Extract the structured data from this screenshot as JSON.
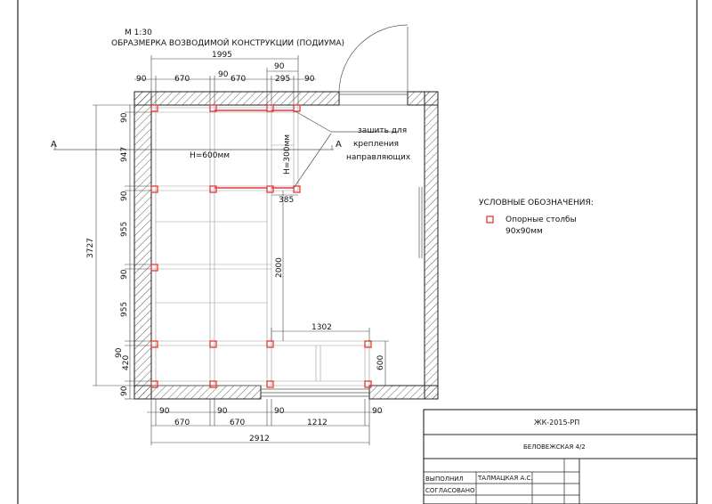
{
  "header": {
    "scale": "М 1:30",
    "title": "ОБРАЗМЕРКА ВОЗВОДИМОЙ КОНСТРУКЦИИ (ПОДИУМА)"
  },
  "dimensions": {
    "top_total": "1995",
    "top_row": [
      "90",
      "670",
      "90",
      "670",
      "295",
      "90"
    ],
    "top_row_upper": "90",
    "left_total": "3727",
    "left_col": [
      "90",
      "947",
      "90",
      "955",
      "90",
      "955",
      "90",
      "420",
      "90"
    ],
    "bottom_row": [
      "90",
      "90",
      "90",
      "90"
    ],
    "bottom_row_lower": [
      "670",
      "670",
      "1212"
    ],
    "bottom_total": "2912",
    "inner_385": "385",
    "inner_2000": "2000",
    "inner_1302": "1302",
    "inner_600": "600"
  },
  "labels": {
    "h600": "H=600мм",
    "h300": "H=300мм",
    "section_left": "A",
    "section_right": "A",
    "note_line1": "зашить для",
    "note_line2": "крепления",
    "note_line3": "направляющих"
  },
  "legend": {
    "title": "УСЛОВНЫЕ ОБОЗНАЧЕНИЯ:",
    "item_line1": "Опорные столбы",
    "item_line2": "90х90мм",
    "post_color": "#e53935"
  },
  "title_block": {
    "code": "ЖК-2015-РП",
    "address": "БЕЛОВЕЖСКАЯ 4/2",
    "role1": "ВЫПОЛНИЛ",
    "name1": "ТАЛМАЦКАЯ А.С.",
    "role2": "СОГЛАСОВАНО"
  }
}
